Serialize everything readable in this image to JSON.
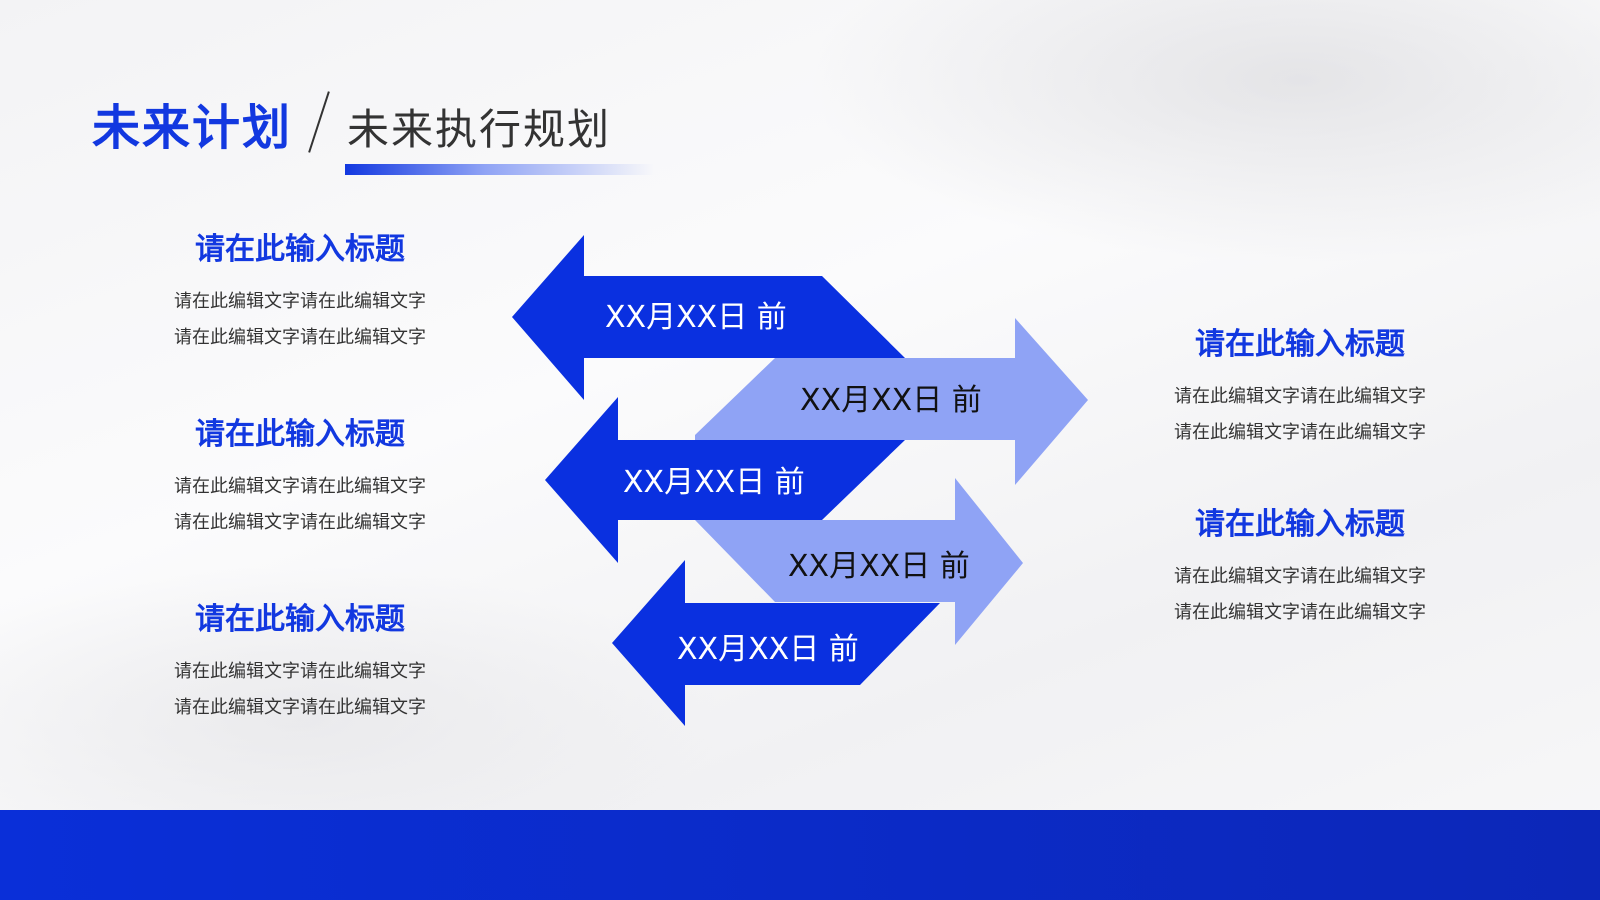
{
  "header": {
    "title": "未来计划",
    "subtitle": "未来执行规划"
  },
  "left_blocks": [
    {
      "title": "请在此输入标题",
      "lines": [
        "请在此编辑文字请在此编辑文字",
        "请在此编辑文字请在此编辑文字"
      ]
    },
    {
      "title": "请在此输入标题",
      "lines": [
        "请在此编辑文字请在此编辑文字",
        "请在此编辑文字请在此编辑文字"
      ]
    },
    {
      "title": "请在此输入标题",
      "lines": [
        "请在此编辑文字请在此编辑文字",
        "请在此编辑文字请在此编辑文字"
      ]
    }
  ],
  "right_blocks": [
    {
      "title": "请在此输入标题",
      "lines": [
        "请在此编辑文字请在此编辑文字",
        "请在此编辑文字请在此编辑文字"
      ]
    },
    {
      "title": "请在此输入标题",
      "lines": [
        "请在此编辑文字请在此编辑文字",
        "请在此编辑文字请在此编辑文字"
      ]
    }
  ],
  "arrows": [
    {
      "label": "XX月XX日 前",
      "direction": "left"
    },
    {
      "label": "XX月XX日 前",
      "direction": "right"
    },
    {
      "label": "XX月XX日 前",
      "direction": "left"
    },
    {
      "label": "XX月XX日 前",
      "direction": "right"
    },
    {
      "label": "XX月XX日 前",
      "direction": "left"
    }
  ],
  "colors": {
    "primary": "#1238e0",
    "dark_arrow": "#0a30e0",
    "light_arrow": "#8fa3f5",
    "footer": "#0a2fd8"
  }
}
